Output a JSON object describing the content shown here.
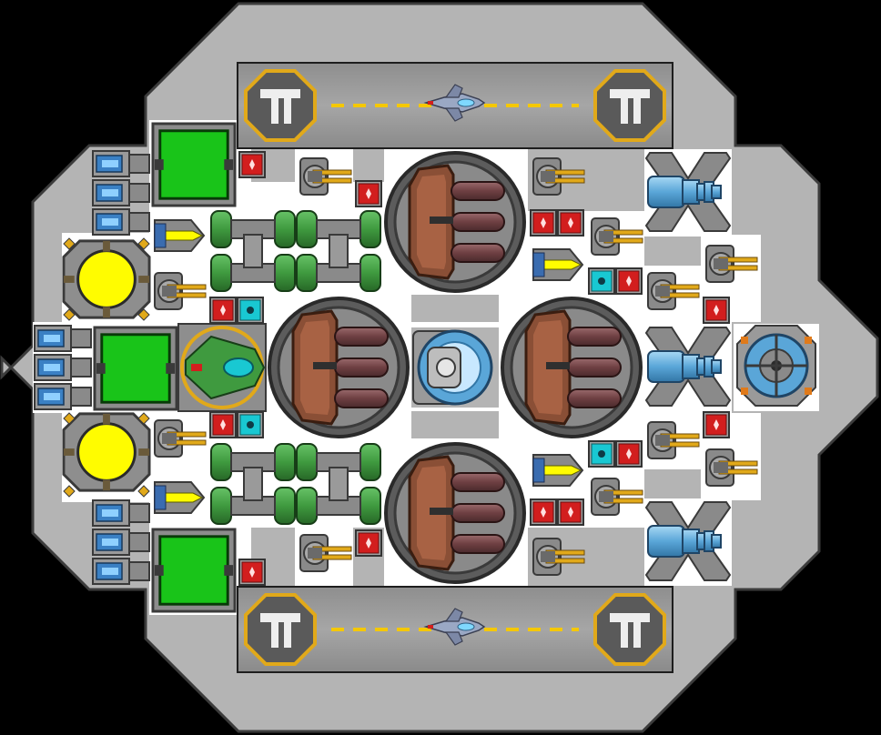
{
  "ship": {
    "hull_color": "#b4b4b4",
    "hull_edge_color": "#3c3c3c",
    "deck_color": "#ffffff"
  },
  "colors": {
    "power_green": "#19c419",
    "reactor_yellow": "#fffc00",
    "ammo_red": "#d21e1e",
    "shield_cyan": "#19c8d2",
    "hangar_gold": "#e1a91a",
    "runway_dash": "#f5c800",
    "turret_brown": "#8a4f36",
    "barrel_maroon": "#7a4a4c",
    "thruster_blue": "#5aa6d8",
    "tank_green": "#3f9a3f"
  },
  "hangars": [
    {
      "id": "top",
      "pads": [
        "left",
        "right"
      ],
      "fighter": "fighter-icon"
    },
    {
      "id": "bottom",
      "pads": [
        "left",
        "right"
      ],
      "fighter": "fighter-icon"
    }
  ],
  "icons": {
    "hangar_pad": "hangar-pad-icon",
    "fighter": "fighter-icon",
    "gun": "autocannon-icon",
    "missile": "missile-launcher-icon",
    "ammo": "ammo-crate-icon",
    "shield": "shield-generator-icon",
    "reactor": "reactor-icon",
    "power": "power-cell-icon",
    "thruster": "thruster-icon",
    "turret": "heavy-turret-icon",
    "tank": "fuel-tank-icon",
    "cockpit": "cockpit-icon",
    "sensor": "sensor-dome-icon",
    "gyro": "gyroscope-icon"
  }
}
